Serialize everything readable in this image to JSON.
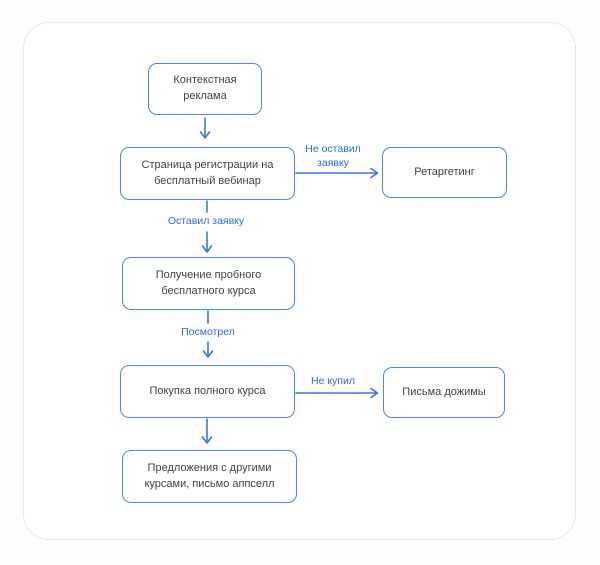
{
  "diagram": {
    "nodes": {
      "contextual_ads": {
        "label": "Контекстная реклама"
      },
      "registration_page": {
        "label": "Страница регистрации на бесплатный вебинар"
      },
      "retargeting": {
        "label": "Ретаргетинг"
      },
      "trial_course": {
        "label": "Получение пробного бесплатного  курса"
      },
      "purchase": {
        "label": "Покупка полного курса"
      },
      "followup_letters": {
        "label": "Письма дожимы"
      },
      "upsell_offer": {
        "label": "Предложения с другими курсами, письмо аппселл"
      }
    },
    "edge_labels": {
      "no_request": "Не оставил заявку",
      "left_request": "Оставил заявку",
      "watched": "Посмотрел",
      "not_bought": "Не купил"
    },
    "colors": {
      "node_border": "#4e86ec",
      "node_text": "#3e4347",
      "edge": "#3a76e4",
      "edge_label": "#2b6be4",
      "card_border": "#e8e8e4"
    }
  }
}
